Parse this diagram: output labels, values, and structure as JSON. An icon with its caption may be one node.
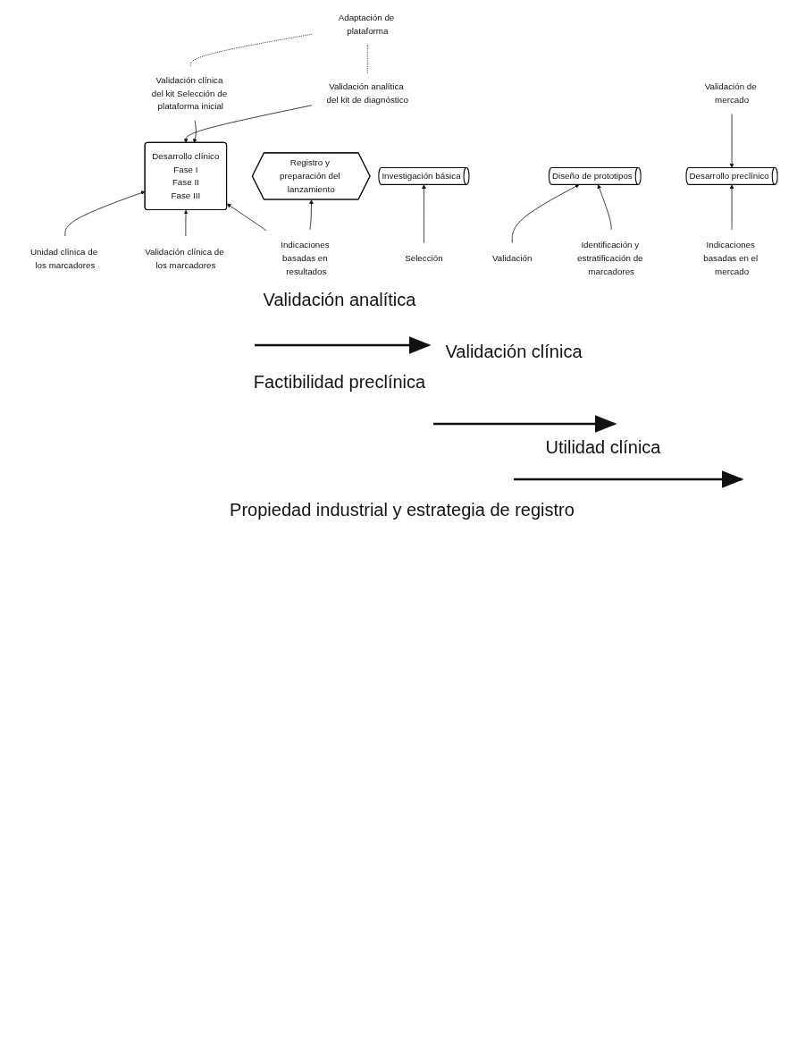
{
  "diagram": {
    "nodes": [
      {
        "text": [
          "Investigación básica"
        ]
      },
      {
        "text": [
          "Diseño de prototipos"
        ]
      },
      {
        "text": [
          "Desarrollo preclínico"
        ]
      },
      {
        "text": [
          "Desarrollo clínico",
          "Fase I",
          "Fase II",
          "Fase III"
        ]
      },
      {
        "text": [
          "Registro y preparación del lanzamiento"
        ]
      },
      {
        "text": [
          "Validación de mercado"
        ]
      },
      {
        "text": [
          "Adaptación de plataforma"
        ]
      },
      {
        "text": [
          "Validación analítica del kit de diagnóstico"
        ]
      },
      {
        "text": [
          "Validación clínica del kit Selección de plataforma inicial"
        ]
      },
      {
        "text": [
          "Selección"
        ]
      },
      {
        "text": [
          "Validación"
        ]
      },
      {
        "text": [
          "Identificación y estratificación de marcadores"
        ]
      },
      {
        "text": [
          "Indicaciones basadas en el mercado"
        ]
      },
      {
        "text": [
          "Unidad clínica de los marcadores"
        ]
      },
      {
        "text": [
          "Validación clínica de los marcadores"
        ]
      },
      {
        "text": [
          "Indicaciones basadas en resultados"
        ]
      }
    ],
    "edges": [
      {
        "from": 5,
        "to": 2,
        "arrow": "to"
      },
      {
        "from": 6,
        "to": 7,
        "arrow": "none",
        "style": "dashed"
      },
      {
        "from": 6,
        "to": 8,
        "arrow": "none",
        "style": "dashed"
      },
      {
        "from": 7,
        "to": 3,
        "arrow": "to"
      },
      {
        "from": 8,
        "to": 3,
        "arrow": "to"
      },
      {
        "from": 9,
        "to": 0,
        "arrow": "to"
      },
      {
        "from": 10,
        "to": 1,
        "arrow": "to"
      },
      {
        "from": 11,
        "to": 1,
        "arrow": "to"
      },
      {
        "from": 12,
        "to": 2,
        "arrow": "to"
      },
      {
        "from": 13,
        "to": 3,
        "arrow": "to"
      },
      {
        "from": 14,
        "to": 3,
        "arrow": "to"
      },
      {
        "from": 15,
        "to": 3,
        "arrow": "to"
      },
      {
        "from": 15,
        "to": 4,
        "arrow": "to"
      }
    ],
    "labels": [
      "Validación analítica",
      "Factibilidad preclínica",
      "Validación clínica",
      "Utilidad clínica",
      "Propiedad industrial y estrategia de registro"
    ]
  }
}
